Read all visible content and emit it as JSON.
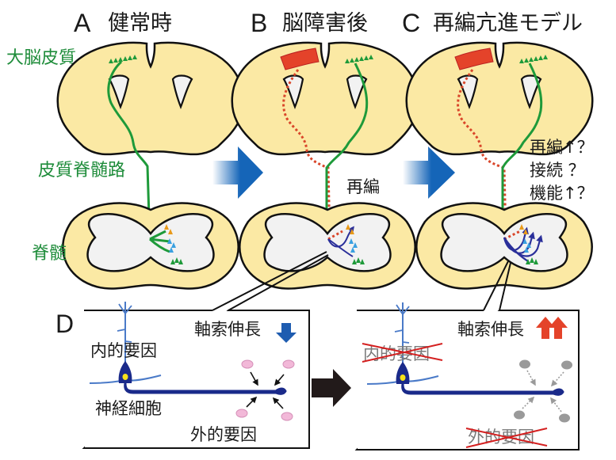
{
  "panels": {
    "A": {
      "letter": "A",
      "title": "健常時"
    },
    "B": {
      "letter": "B",
      "title": "脳障害後",
      "note": "再編"
    },
    "C": {
      "letter": "C",
      "title": "再編亢進モデル",
      "notes": [
        "再編↑？",
        "接続 ？",
        "機能↑？"
      ]
    },
    "D": {
      "letter": "D",
      "left": {
        "axon_growth": "軸索伸長",
        "axon_growth_indicator": "down-arrow",
        "intrinsic": "内的要因",
        "neuron": "神経細胞",
        "extrinsic": "外的要因"
      },
      "right": {
        "axon_growth": "軸索伸長",
        "axon_growth_indicator": "double-up-arrow",
        "intrinsic": "内的要因",
        "intrinsic_crossed_out": true,
        "extrinsic": "外的要因",
        "extrinsic_crossed_out": true
      }
    }
  },
  "labels": {
    "cortex": "大脳皮質",
    "tract": "皮質脊髄路",
    "spinal_cord": "脊髄"
  },
  "colors": {
    "brain_fill": "#fbe9a4",
    "tract_green": "#1e9a3a",
    "label_green": "#1e8c3a",
    "lesion_red": "#e4432a",
    "arrow_blue": "#1565b8",
    "neuron_blue": "#1a2a8a",
    "factor_pink": "#f2b8d8",
    "factor_gray": "#9a9a9a",
    "strike_red": "#d42020",
    "up_arrow_red": "#e4432a"
  }
}
